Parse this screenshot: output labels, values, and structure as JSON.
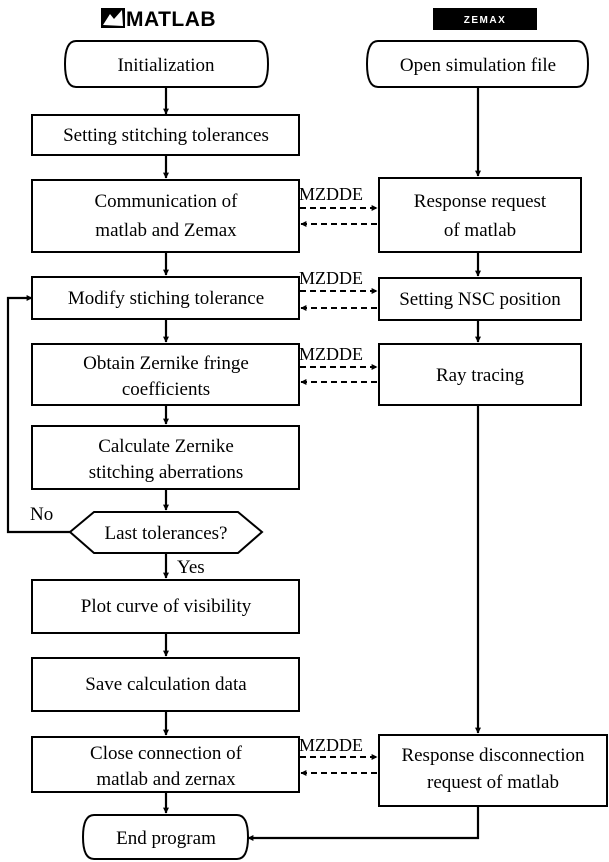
{
  "logos": {
    "matlab": "MATLAB",
    "zemax": "ZEMAX"
  },
  "matlab_steps": {
    "init": "Initialization",
    "tolerances": "Setting stitching tolerances",
    "comm": [
      "Communication of",
      "matlab and Zemax"
    ],
    "modify": "Modify stiching tolerance",
    "zernike": [
      "Obtain Zernike fringe",
      "coefficients"
    ],
    "calc": [
      "Calculate Zernike",
      "stitching aberrations"
    ],
    "decision": "Last tolerances?",
    "plot": "Plot curve of visibility",
    "save": "Save calculation data",
    "close": [
      "Close connection of",
      "matlab and zernax"
    ],
    "end": "End program"
  },
  "zemax_steps": {
    "open": "Open simulation file",
    "response": [
      "Response request",
      "of matlab"
    ],
    "nsc": "Setting NSC position",
    "ray": "Ray tracing",
    "disconnect": [
      "Response disconnection",
      "request of matlab"
    ]
  },
  "branches": {
    "no": "No",
    "yes": "Yes"
  },
  "connection_label": "MZDDE"
}
